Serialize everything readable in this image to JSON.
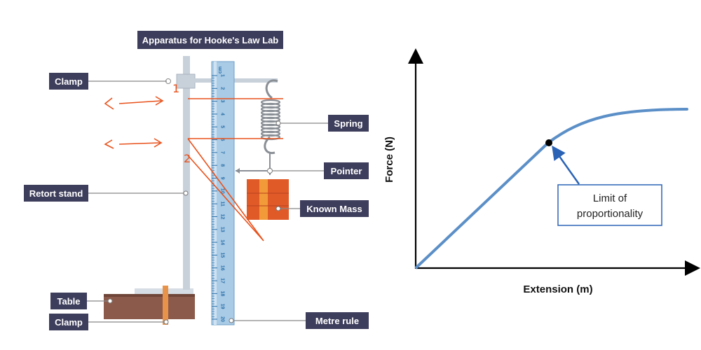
{
  "apparatus": {
    "title": "Apparatus for Hooke's Law Lab",
    "labels": {
      "clamp_top": "Clamp",
      "retort_stand": "Retort stand",
      "table": "Table",
      "clamp_bottom": "Clamp",
      "spring": "Spring",
      "pointer": "Pointer",
      "known_mass": "Known Mass",
      "metre_rule": "Metre rule"
    },
    "ruler": {
      "unit": "cm",
      "ticks": [
        "1",
        "2",
        "3",
        "4",
        "5",
        "6",
        "7",
        "8",
        "9",
        "10",
        "11",
        "12",
        "13",
        "14",
        "15",
        "16",
        "17",
        "18",
        "19",
        "20"
      ]
    },
    "annotations": {
      "mark_1": "1",
      "mark_2": "2"
    },
    "colors": {
      "label_bg": "#3d3d5c",
      "ruler_fill": "#a9cbe6",
      "stand": "#c8d0da",
      "mass": "#e05a28",
      "mass_light": "#f29a3a",
      "table": "#8b5a4a",
      "ink": "#e8521c"
    }
  },
  "graph": {
    "xlabel": "Extension (m)",
    "ylabel": "Force (N)",
    "annotation": {
      "line1": "Limit of",
      "line2": "proportionality"
    },
    "colors": {
      "curve": "#5b8fc7",
      "arrow": "#2a63b5",
      "box_border": "#2a63b5"
    }
  }
}
